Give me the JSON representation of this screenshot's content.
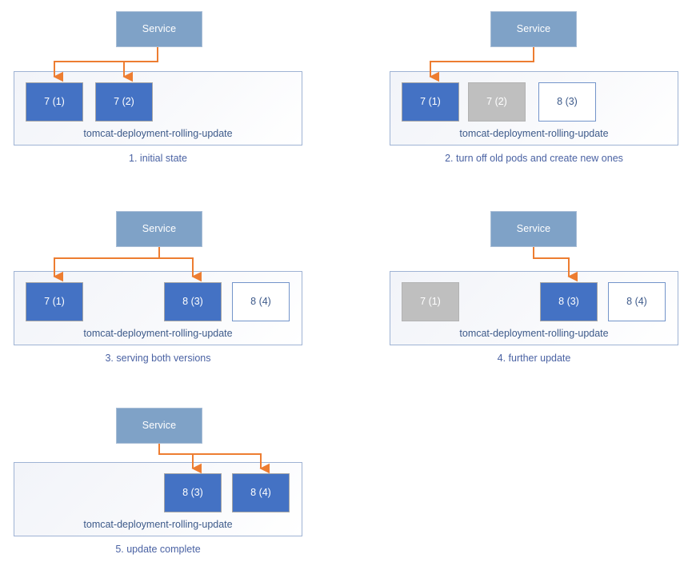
{
  "diagram": {
    "title": "Kubernetes rolling update sequence",
    "colors": {
      "service_fill": "#7FA2C7",
      "pod_active": "#4472C4",
      "pod_terminating": "#BFBFBF",
      "pod_pending_border": "#7394CA",
      "deployment_border": "#9FB3D4",
      "arrow": "#ED7D31",
      "caption_text": "#4A62A3",
      "deployment_label_text": "#3D5A8A"
    },
    "service_label": "Service",
    "deployment_label": "tomcat-deployment-rolling-update"
  },
  "panels": [
    {
      "id": "panel-1",
      "caption": "1. initial state",
      "service": {
        "label": "Service"
      },
      "deployment": {
        "label": "tomcat-deployment-rolling-update"
      },
      "pods": [
        {
          "label": "7 (1)",
          "state": "active"
        },
        {
          "label": "7 (2)",
          "state": "active"
        }
      ],
      "routed_pods": [
        "7 (1)",
        "7 (2)"
      ]
    },
    {
      "id": "panel-2",
      "caption": "2. turn off old pods and create new ones",
      "service": {
        "label": "Service"
      },
      "deployment": {
        "label": "tomcat-deployment-rolling-update"
      },
      "pods": [
        {
          "label": "7 (1)",
          "state": "active"
        },
        {
          "label": "7 (2)",
          "state": "terminating"
        },
        {
          "label": "8 (3)",
          "state": "pending"
        }
      ],
      "routed_pods": [
        "7 (1)"
      ]
    },
    {
      "id": "panel-3",
      "caption": "3. serving both versions",
      "service": {
        "label": "Service"
      },
      "deployment": {
        "label": "tomcat-deployment-rolling-update"
      },
      "pods": [
        {
          "label": "7 (1)",
          "state": "active"
        },
        {
          "label": "8 (3)",
          "state": "active"
        },
        {
          "label": "8 (4)",
          "state": "pending"
        }
      ],
      "routed_pods": [
        "7 (1)",
        "8 (3)"
      ]
    },
    {
      "id": "panel-4",
      "caption": "4. further update",
      "service": {
        "label": "Service"
      },
      "deployment": {
        "label": "tomcat-deployment-rolling-update"
      },
      "pods": [
        {
          "label": "7 (1)",
          "state": "terminating"
        },
        {
          "label": "8 (3)",
          "state": "active"
        },
        {
          "label": "8 (4)",
          "state": "pending"
        }
      ],
      "routed_pods": [
        "8 (3)"
      ]
    },
    {
      "id": "panel-5",
      "caption": "5. update complete",
      "service": {
        "label": "Service"
      },
      "deployment": {
        "label": "tomcat-deployment-rolling-update"
      },
      "pods": [
        {
          "label": "8 (3)",
          "state": "active"
        },
        {
          "label": "8 (4)",
          "state": "active"
        }
      ],
      "routed_pods": [
        "8 (3)",
        "8 (4)"
      ]
    }
  ]
}
